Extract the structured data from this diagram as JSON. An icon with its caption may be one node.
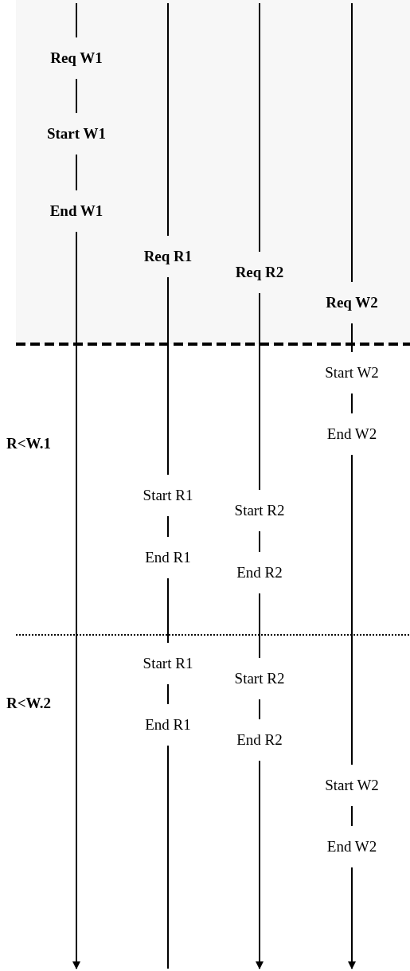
{
  "diagram": {
    "nodes": [
      {
        "text": [
          "Req W1"
        ]
      },
      {
        "text": [
          "Start W1"
        ]
      },
      {
        "text": [
          "End W1"
        ]
      },
      {
        "text": [
          "Req R1"
        ]
      },
      {
        "text": [
          "Req R2"
        ]
      },
      {
        "text": [
          "Req W2"
        ]
      },
      {
        "text": [
          "Start W2"
        ]
      },
      {
        "text": [
          "End W2"
        ]
      },
      {
        "text": [
          "Start R1"
        ]
      },
      {
        "text": [
          "Start R2"
        ]
      },
      {
        "text": [
          "End R1"
        ]
      },
      {
        "text": [
          "End R2"
        ]
      },
      {
        "text": [
          "Start R1"
        ]
      },
      {
        "text": [
          "Start R2"
        ]
      },
      {
        "text": [
          "End R1"
        ]
      },
      {
        "text": [
          "End R2"
        ]
      },
      {
        "text": [
          "Start W2"
        ]
      },
      {
        "text": [
          "End W2"
        ]
      }
    ],
    "edges": [
      {
        "from": null,
        "to": 0,
        "arrow": "none"
      },
      {
        "from": 0,
        "to": 1,
        "arrow": "none"
      },
      {
        "from": 1,
        "to": 2,
        "arrow": "none"
      },
      {
        "from": 2,
        "to": null,
        "arrow": "to"
      },
      {
        "from": null,
        "to": 3,
        "arrow": "none"
      },
      {
        "from": 3,
        "to": 8,
        "arrow": "none"
      },
      {
        "from": 8,
        "to": 10,
        "arrow": "none"
      },
      {
        "from": 10,
        "to": 12,
        "arrow": "none"
      },
      {
        "from": 12,
        "to": 14,
        "arrow": "none"
      },
      {
        "from": 14,
        "to": null,
        "arrow": "none"
      },
      {
        "from": null,
        "to": 4,
        "arrow": "none"
      },
      {
        "from": 4,
        "to": 9,
        "arrow": "none"
      },
      {
        "from": 9,
        "to": 11,
        "arrow": "none"
      },
      {
        "from": 11,
        "to": 13,
        "arrow": "none"
      },
      {
        "from": 13,
        "to": 15,
        "arrow": "none"
      },
      {
        "from": 15,
        "to": null,
        "arrow": "to"
      },
      {
        "from": null,
        "to": 5,
        "arrow": "none"
      },
      {
        "from": 5,
        "to": 6,
        "arrow": "none"
      },
      {
        "from": 6,
        "to": 7,
        "arrow": "none"
      },
      {
        "from": 7,
        "to": 16,
        "arrow": "none"
      },
      {
        "from": 16,
        "to": 17,
        "arrow": "none"
      },
      {
        "from": 17,
        "to": null,
        "arrow": "to"
      }
    ],
    "labels": [
      "R<W.1",
      "R<W.2"
    ]
  }
}
